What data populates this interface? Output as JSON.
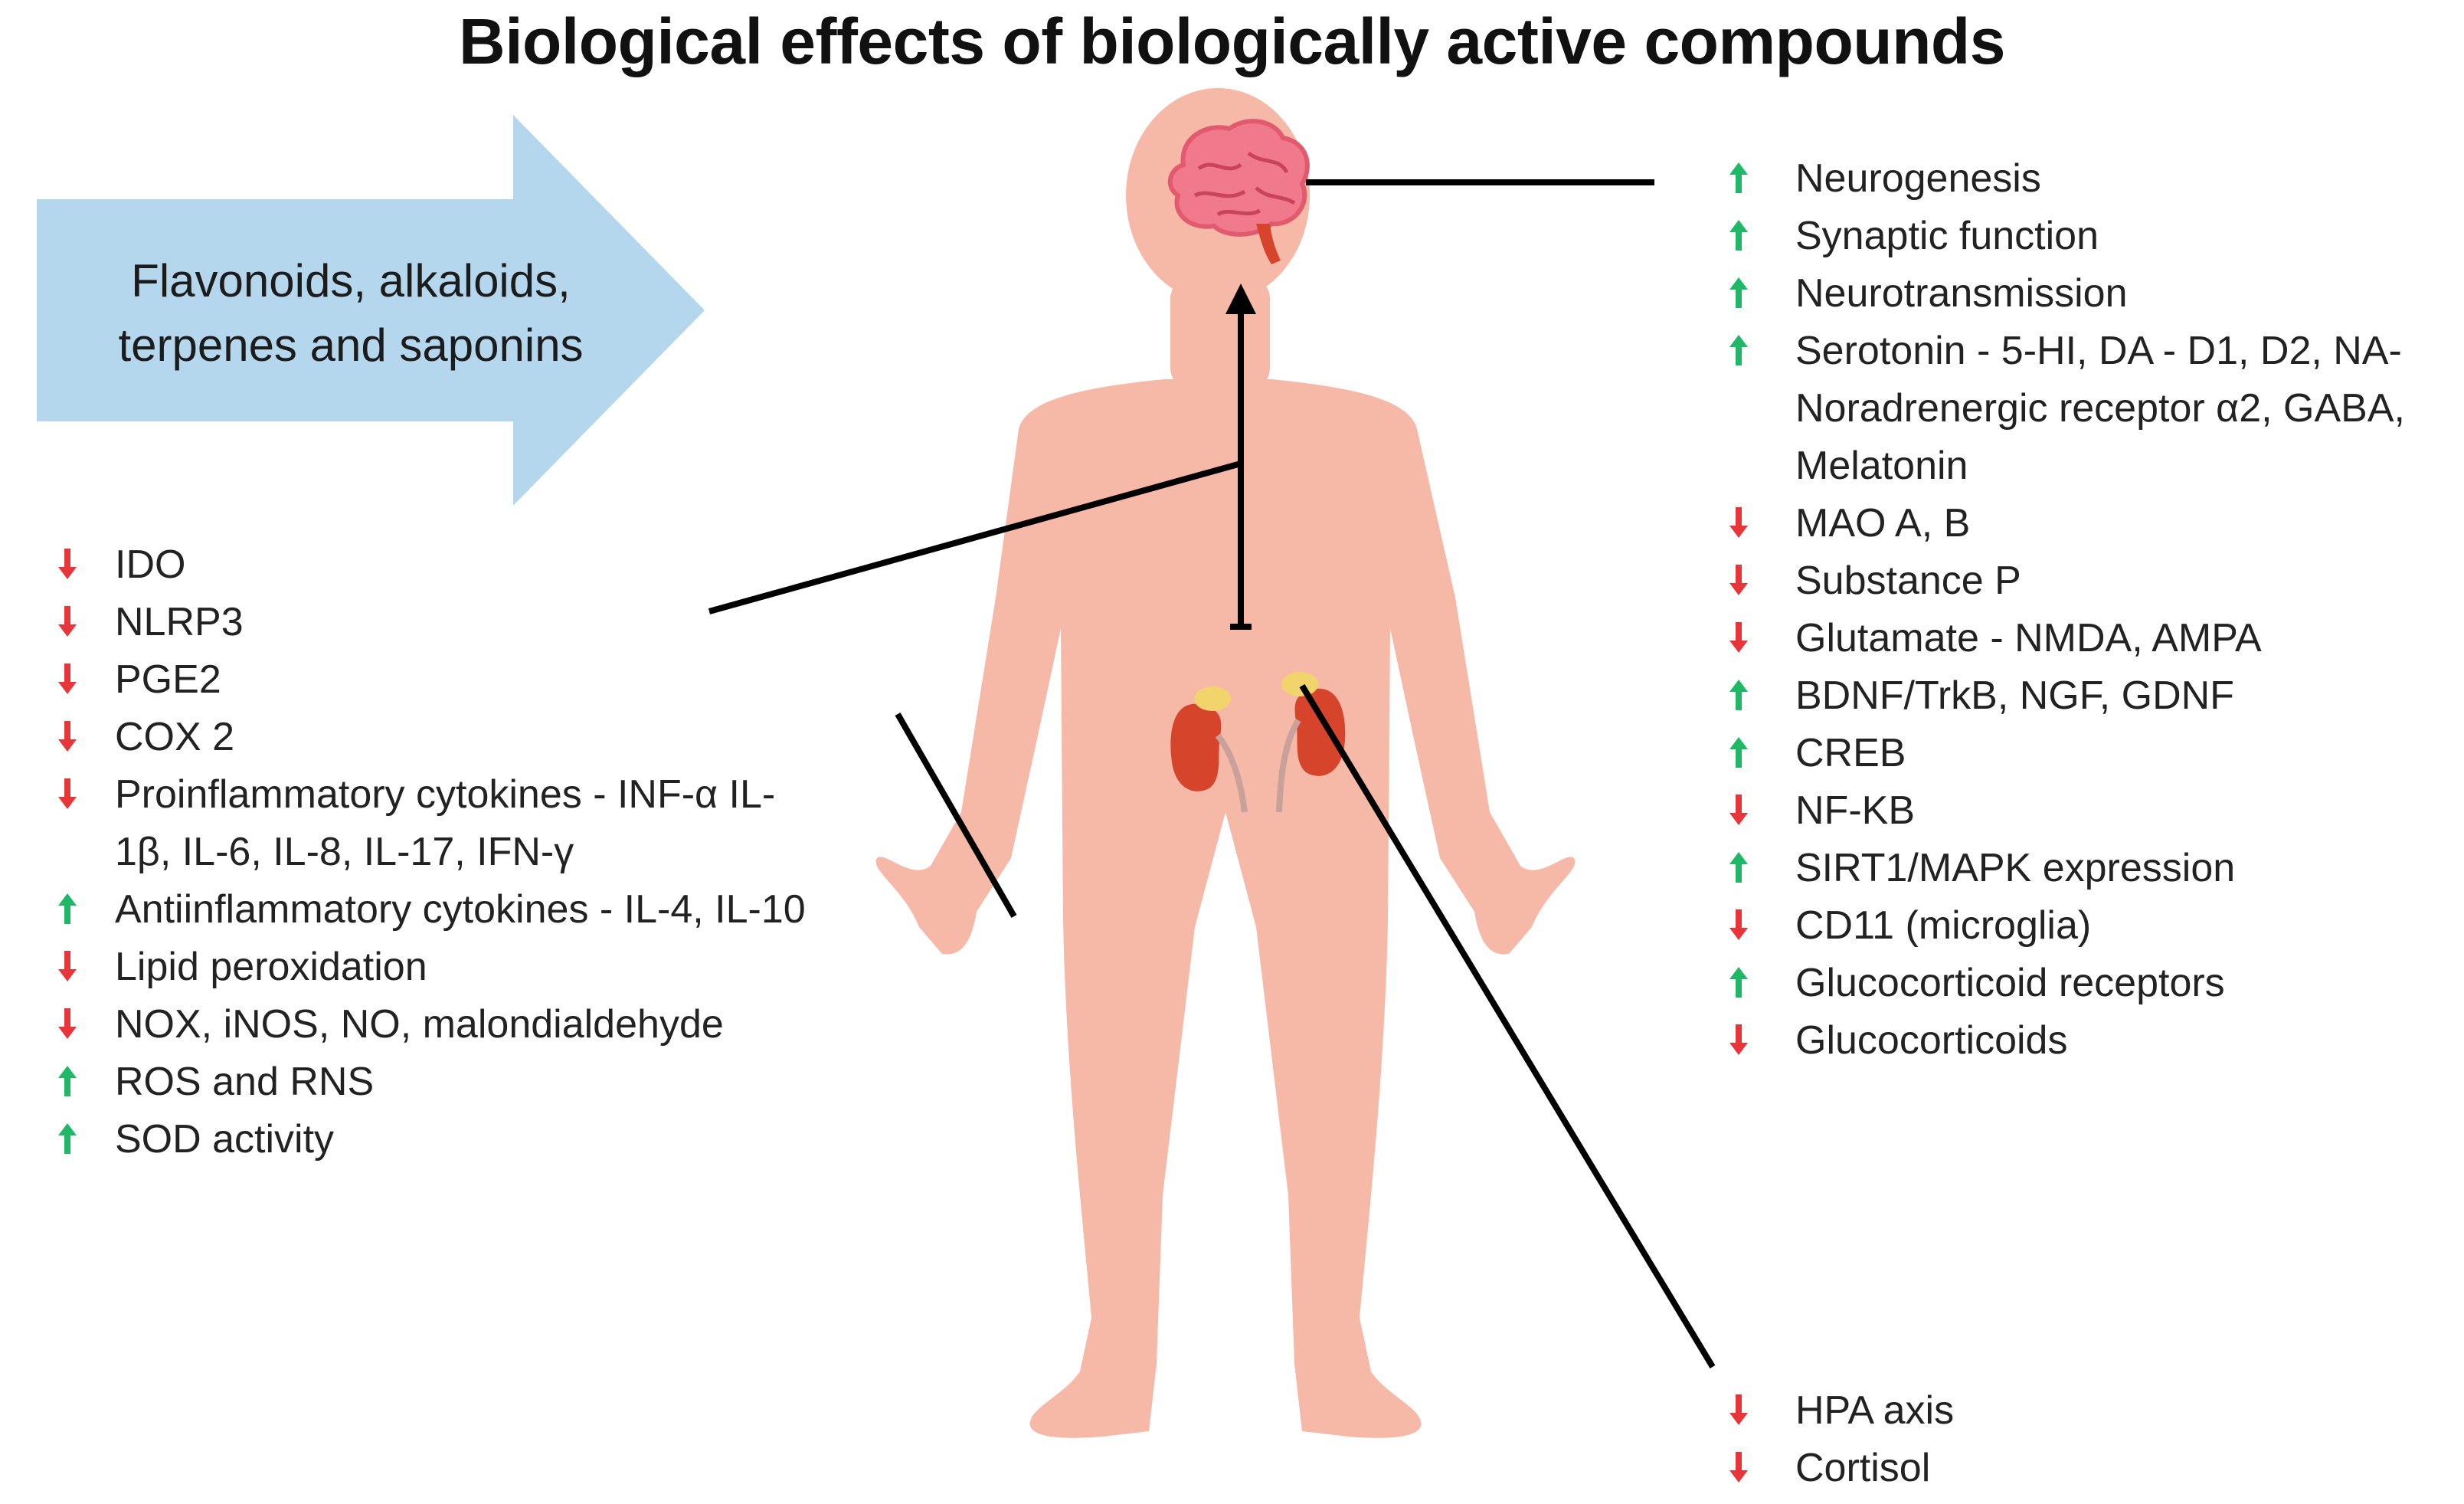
{
  "title": "Biological effects of biologically active compounds",
  "compounds_arrow": {
    "line1": "Flavonoids, alkaloids,",
    "line2": "terpenes and saponins",
    "color": "#b5d7ee"
  },
  "colors": {
    "up": "#1fb866",
    "down": "#e8353a",
    "body": "#f6b8a7",
    "brain": "#f07a8c",
    "kidney": "#d6452b",
    "adrenal": "#f1d46b"
  },
  "left_effects": [
    {
      "dir": "down",
      "text": "IDO"
    },
    {
      "dir": "down",
      "text": "NLRP3"
    },
    {
      "dir": "down",
      "text": "PGE2"
    },
    {
      "dir": "down",
      "text": "COX 2"
    },
    {
      "dir": "down",
      "text": "Proinflammatory cytokines - INF-α IL-\n1β, IL-6, IL-8, IL-17, IFN-γ"
    },
    {
      "dir": "up",
      "text": "Antiinflammatory cytokines - IL-4, IL-10"
    },
    {
      "dir": "down",
      "text": "Lipid peroxidation"
    },
    {
      "dir": "down",
      "text": "NOX, iNOS, NO, malondialdehyde"
    },
    {
      "dir": "up",
      "text": "ROS and RNS"
    },
    {
      "dir": "up",
      "text": "SOD activity"
    }
  ],
  "brain_effects": [
    {
      "dir": "up",
      "text": "Neurogenesis"
    },
    {
      "dir": "up",
      "text": "Synaptic function"
    },
    {
      "dir": "up",
      "text": "Neurotransmission"
    },
    {
      "dir": "up",
      "text": "Serotonin - 5-HI, DA - D1, D2, NA-\nNoradrenergic receptor α2, GABA,\nMelatonin"
    },
    {
      "dir": "down",
      "text": "MAO A, B"
    },
    {
      "dir": "down",
      "text": "Substance P"
    },
    {
      "dir": "down",
      "text": "Glutamate - NMDA, AMPA"
    },
    {
      "dir": "up",
      "text": "BDNF/TrkB, NGF, GDNF"
    },
    {
      "dir": "up",
      "text": "CREB"
    },
    {
      "dir": "down",
      "text": "NF-KB"
    },
    {
      "dir": "up",
      "text": "SIRT1/MAPK expression"
    },
    {
      "dir": "down",
      "text": "CD11 (microglia)"
    },
    {
      "dir": "up",
      "text": "Glucocorticoid receptors"
    },
    {
      "dir": "down",
      "text": "Glucocorticoids"
    }
  ],
  "adrenal_effects": [
    {
      "dir": "down",
      "text": "HPA axis"
    },
    {
      "dir": "down",
      "text": "Cortisol"
    }
  ]
}
